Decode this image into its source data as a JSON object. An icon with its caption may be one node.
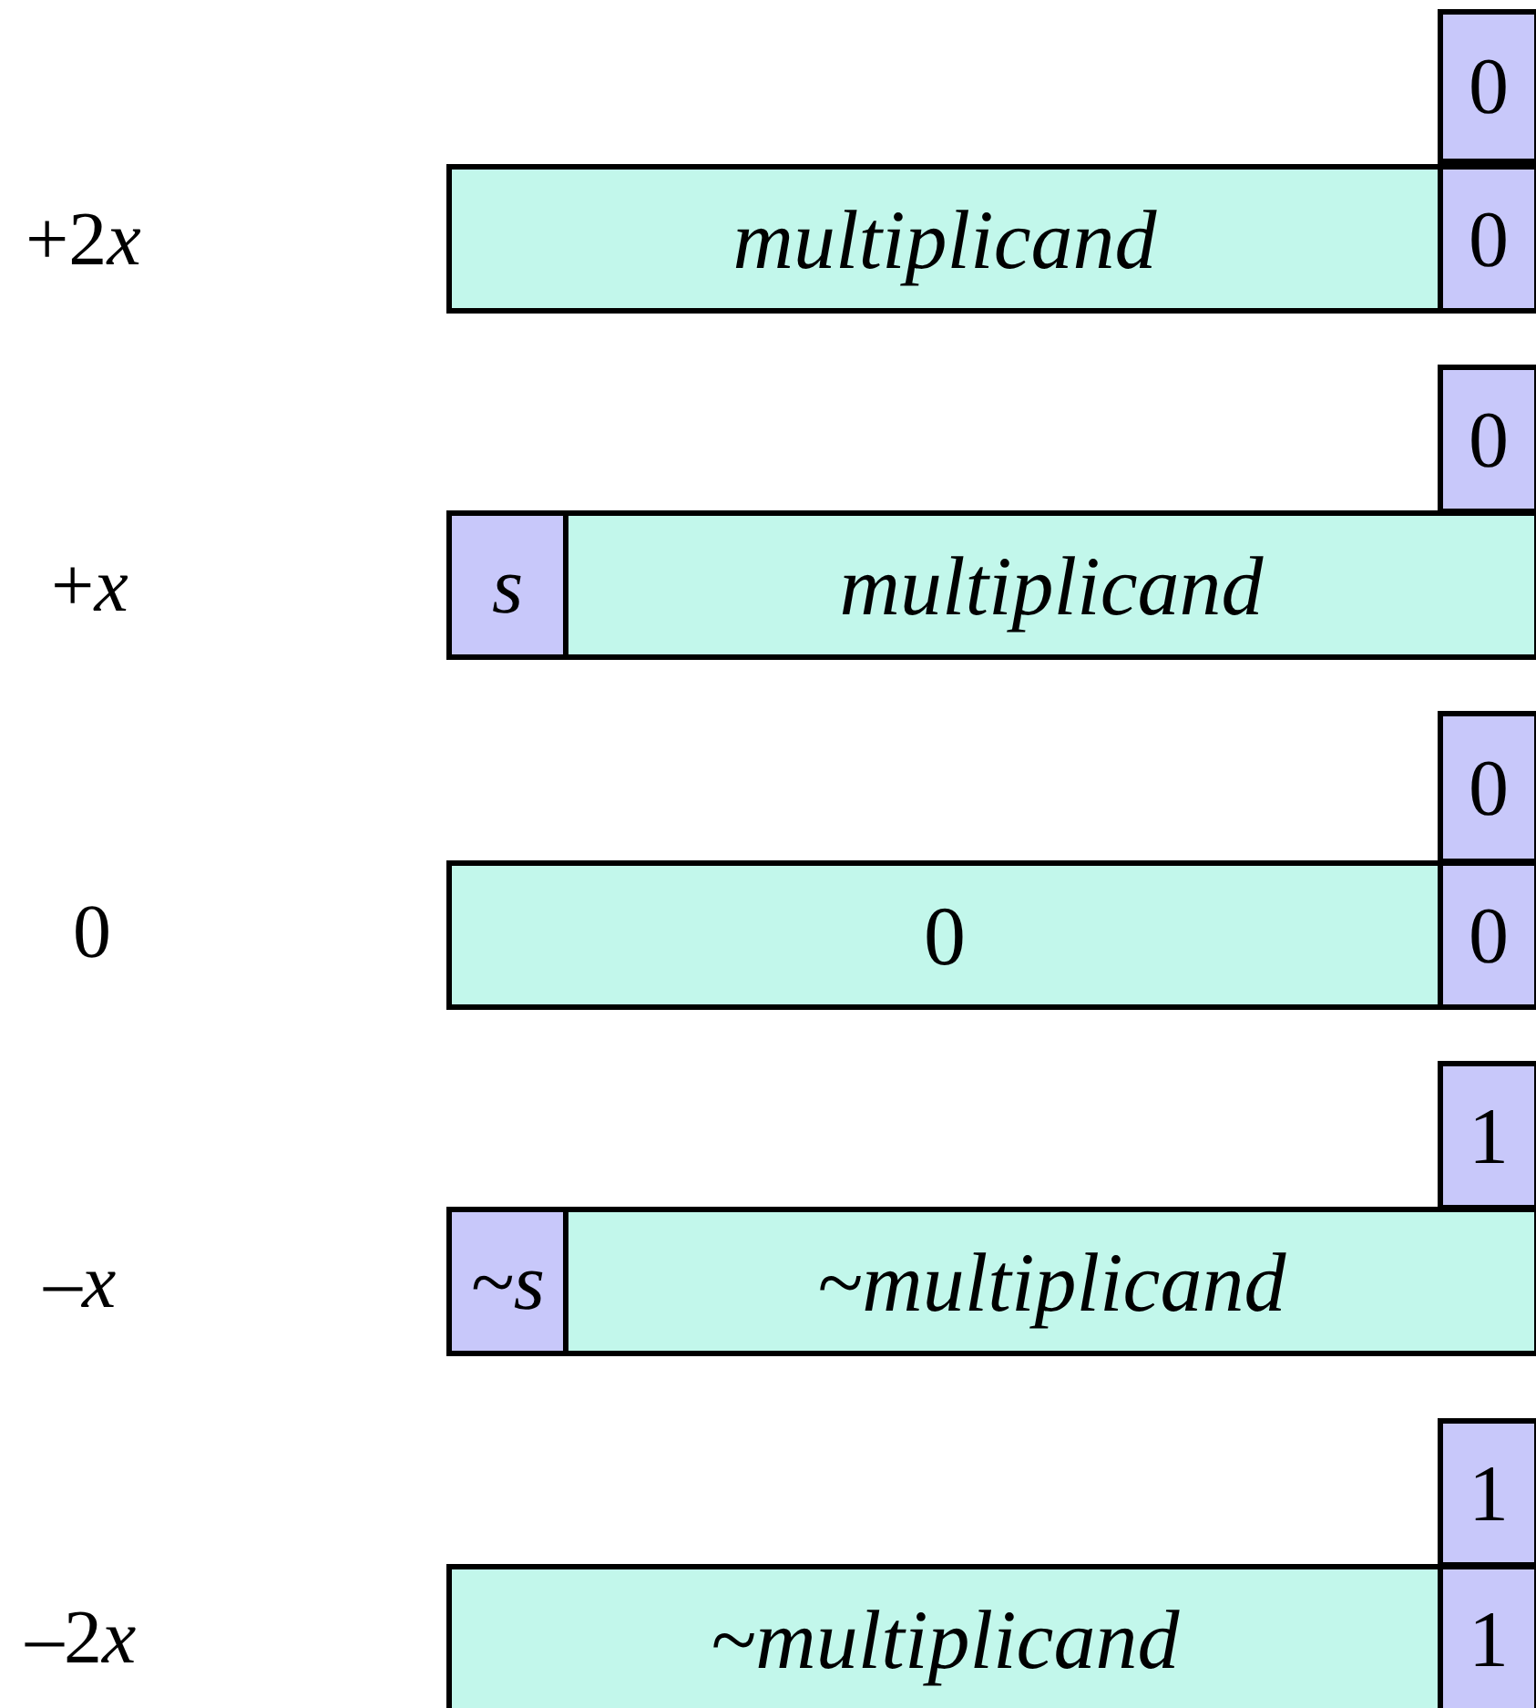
{
  "diagram": {
    "nodes": [
      {
        "text": [
          "0"
        ]
      },
      {
        "text": [
          "multiplicand"
        ]
      },
      {
        "text": [
          "0"
        ]
      },
      {
        "text": [
          "0"
        ]
      },
      {
        "text": [
          "s"
        ]
      },
      {
        "text": [
          "multiplicand"
        ]
      },
      {
        "text": [
          "0"
        ]
      },
      {
        "text": [
          "0"
        ]
      },
      {
        "text": [
          "0"
        ]
      },
      {
        "text": [
          "1"
        ]
      },
      {
        "text": [
          "~s"
        ]
      },
      {
        "text": [
          "~multiplicand"
        ]
      },
      {
        "text": [
          "1"
        ]
      },
      {
        "text": [
          "~multiplicand"
        ]
      },
      {
        "text": [
          "1"
        ]
      }
    ],
    "labels": [
      "+2x",
      "+x",
      "0",
      "–x",
      "–2x"
    ]
  }
}
